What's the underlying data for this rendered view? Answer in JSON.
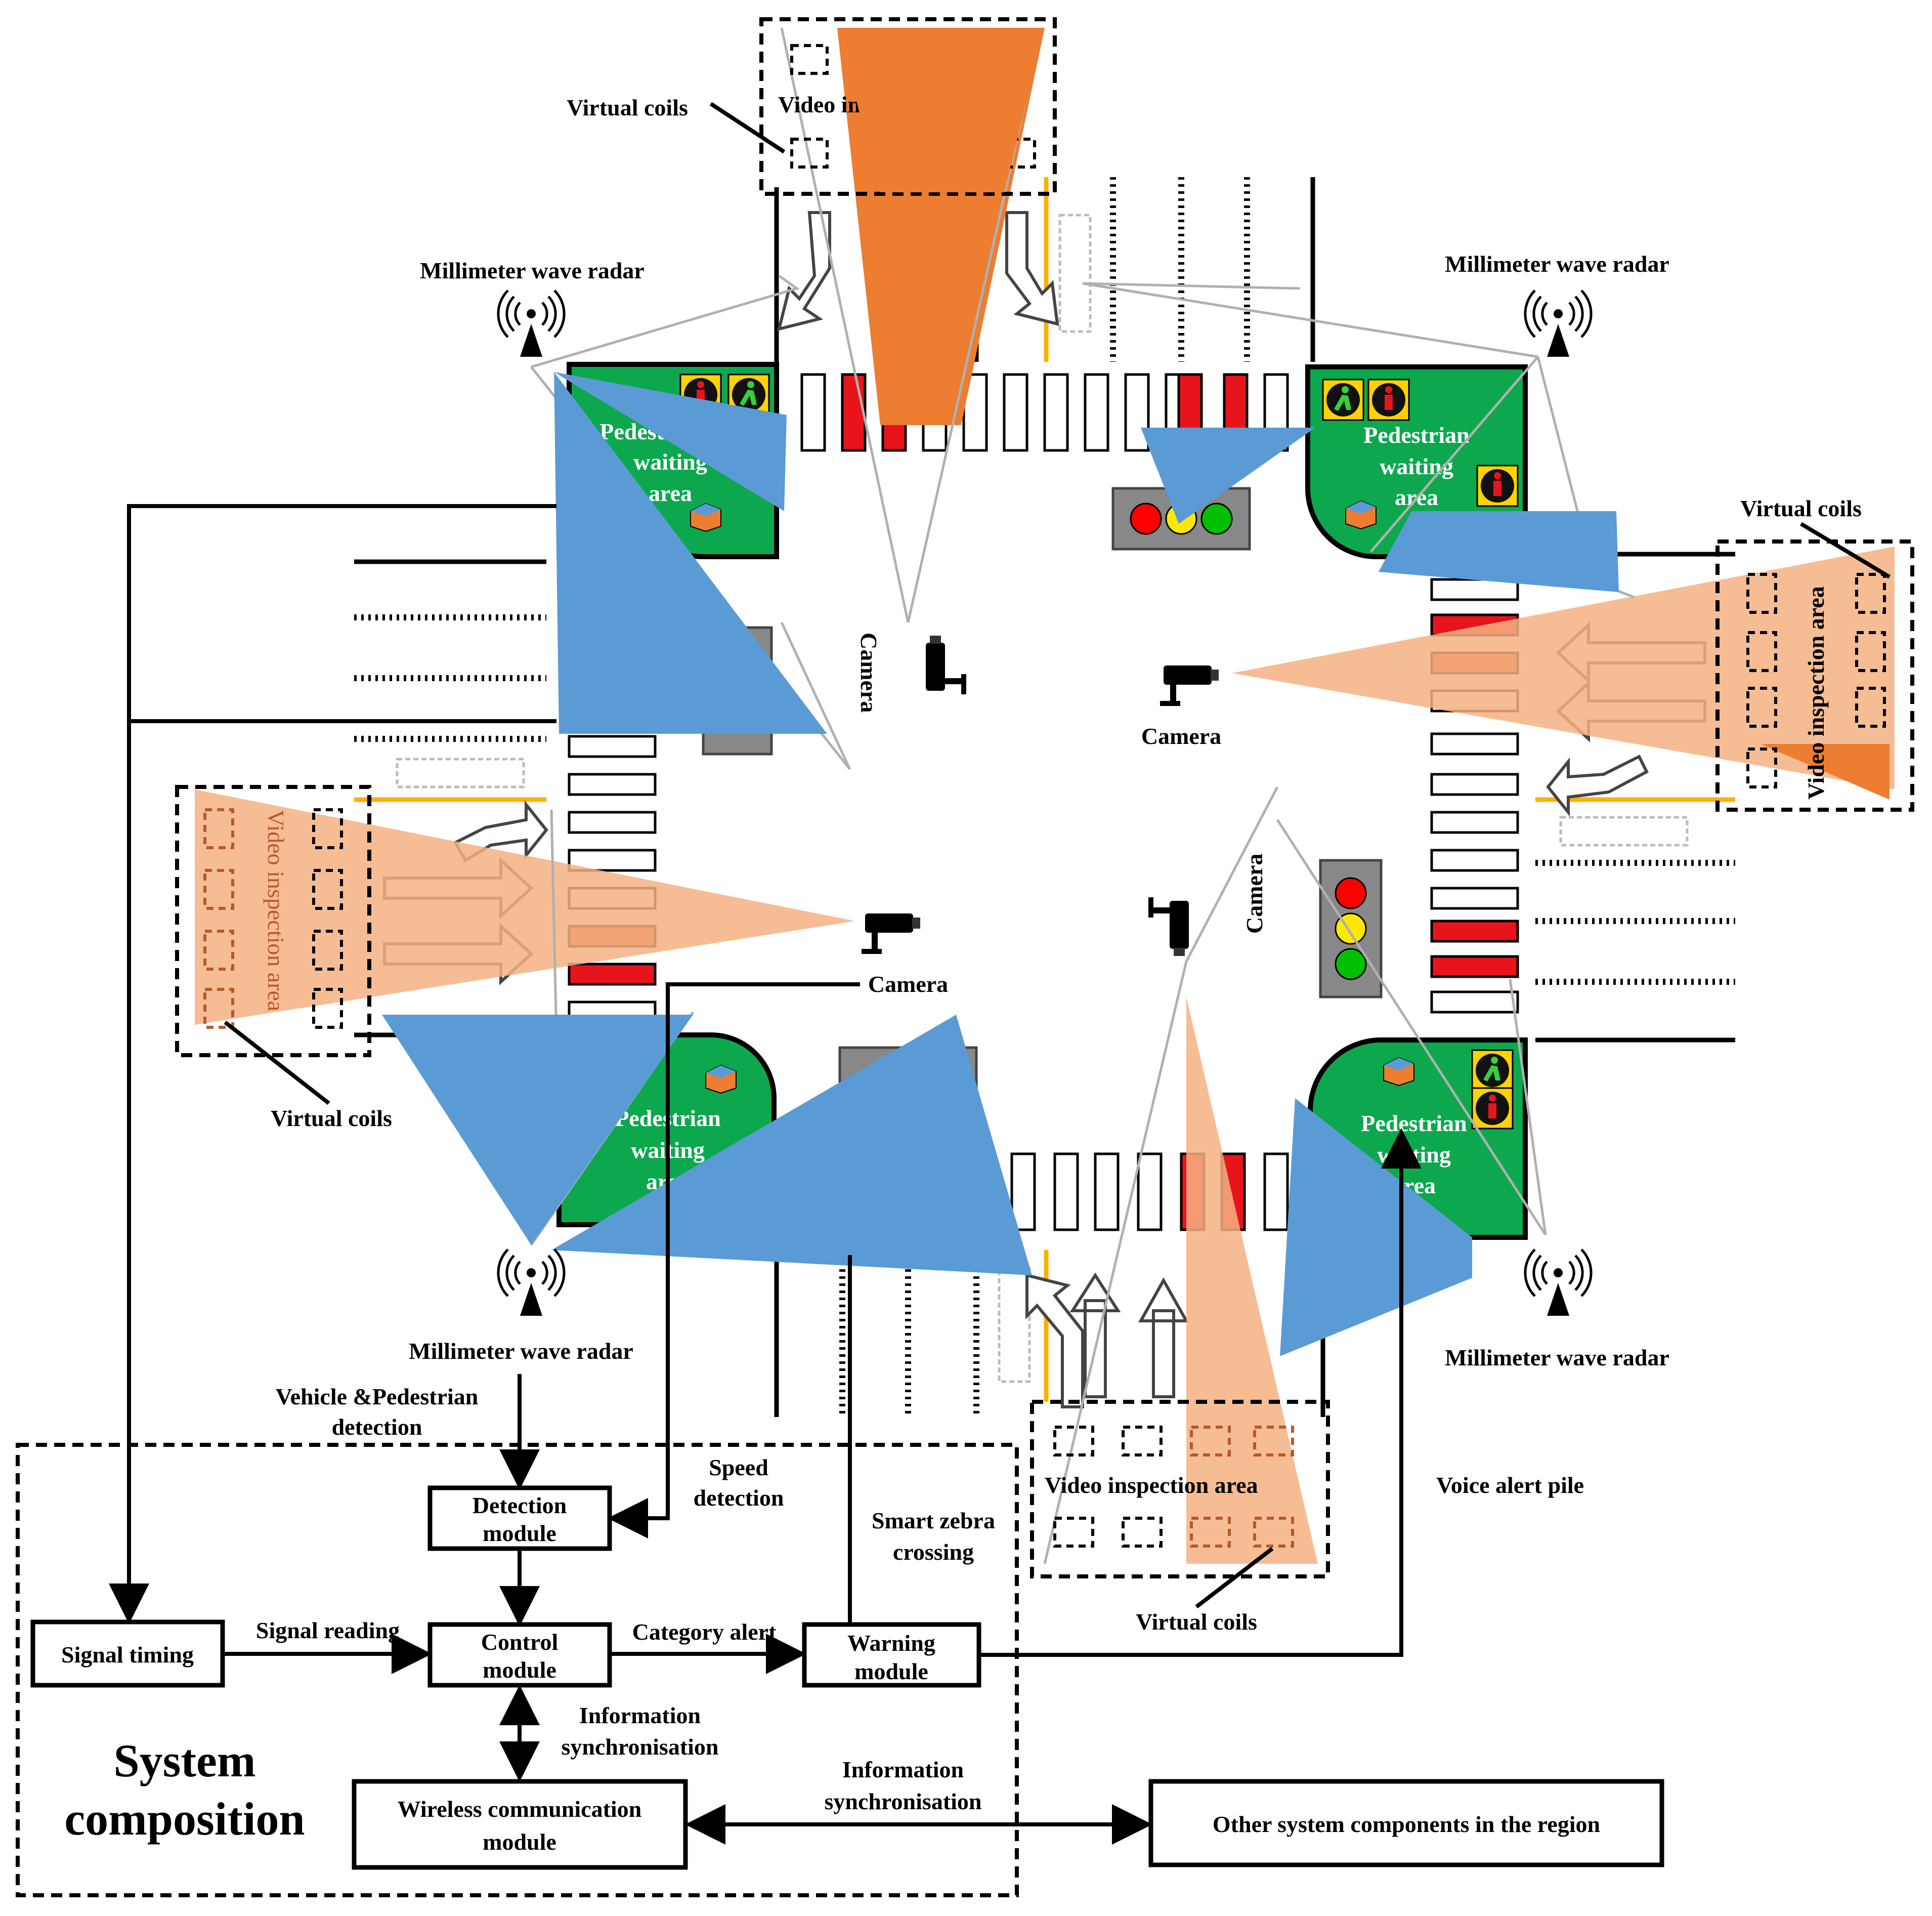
{
  "labels": {
    "virtual_coils": "Virtual coils",
    "radar": "Millimeter wave radar",
    "camera": "Camera",
    "pedestrian_line1": "Pedestrian",
    "pedestrian_line2": "waiting",
    "pedestrian_line3": "area",
    "video_area": "Video inspection area",
    "voice_alert": "Voice alert pile"
  },
  "flow": {
    "vehicle_ped_1": "Vehicle &Pedestrian",
    "vehicle_ped_2": "detection",
    "speed_1": "Speed",
    "speed_2": "detection",
    "smart_zebra_1": "Smart zebra",
    "smart_zebra_2": "crossing",
    "signal_reading": "Signal reading",
    "category_alert": "Category alert",
    "info_sync_1": "Information",
    "info_sync_2": "synchronisation",
    "info_sync_3": "Information",
    "info_sync_4": "synchronisation"
  },
  "modules": {
    "detection_1": "Detection",
    "detection_2": "module",
    "control_1": "Control",
    "control_2": "module",
    "warning_1": "Warning",
    "warning_2": "module",
    "signal_timing": "Signal timing",
    "wireless_1": "Wireless communication",
    "wireless_2": "module",
    "other": "Other system components in the region"
  },
  "system_title_1": "System",
  "system_title_2": "composition",
  "colors": {
    "waiting_area": "#0da84e",
    "radar_coverage": "#5b9bd5",
    "camera_view": "#f4b183",
    "camera_view_solid": "#ed7d31",
    "smart_zebra": "#e8141b",
    "lane_edge": "#ffb000"
  }
}
